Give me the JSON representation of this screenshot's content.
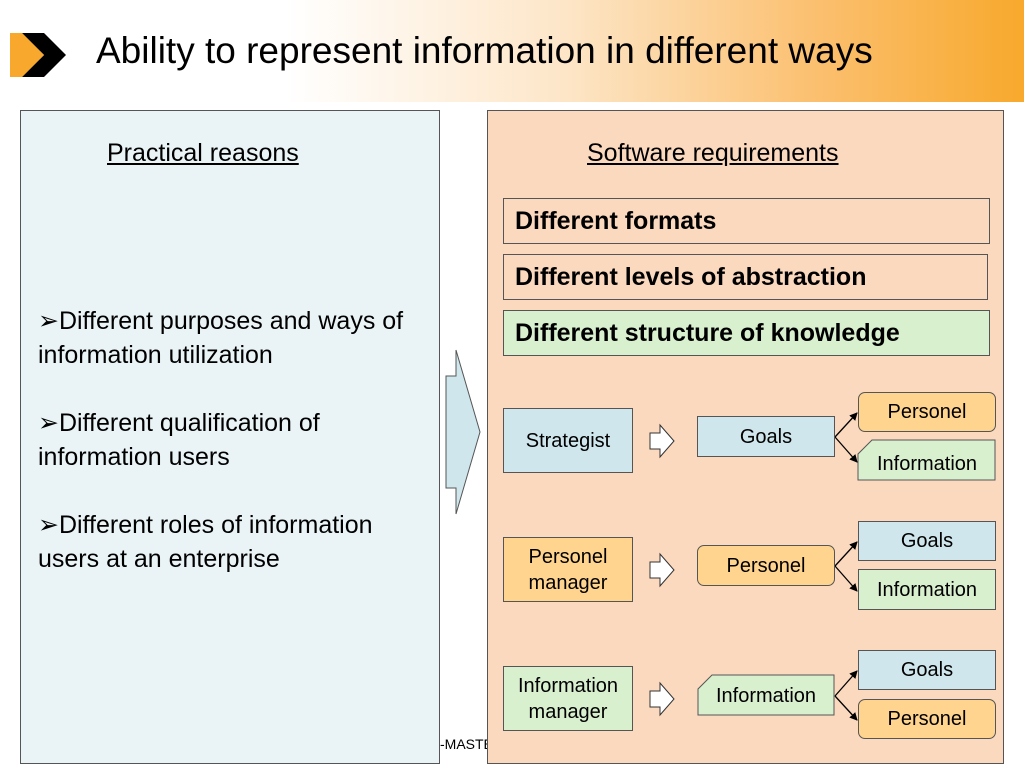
{
  "title": "Ability to represent information in different ways",
  "colors": {
    "accent_orange": "#f8a92d",
    "logo_dark": "#000000"
  },
  "left_panel": {
    "heading": "Practical reasons",
    "bullets": [
      "Different purposes and ways of information utilization",
      "Different qualification of information users",
      "Different roles of information users at an enterprise"
    ]
  },
  "right_panel": {
    "heading": "Software requirements",
    "requirements": [
      "Different formats",
      "Different levels of abstraction",
      "Different structure of knowledge"
    ],
    "rows": [
      {
        "role": "Strategist",
        "center": "Goals",
        "top": "Personel",
        "bottom": "Information"
      },
      {
        "role": "Personel manager",
        "center": "Personel",
        "top": "Goals",
        "bottom": "Information"
      },
      {
        "role": "Information manager",
        "center": "Information",
        "top": "Goals",
        "bottom": "Personel"
      }
    ]
  },
  "footer_fragment": "-MASTE"
}
